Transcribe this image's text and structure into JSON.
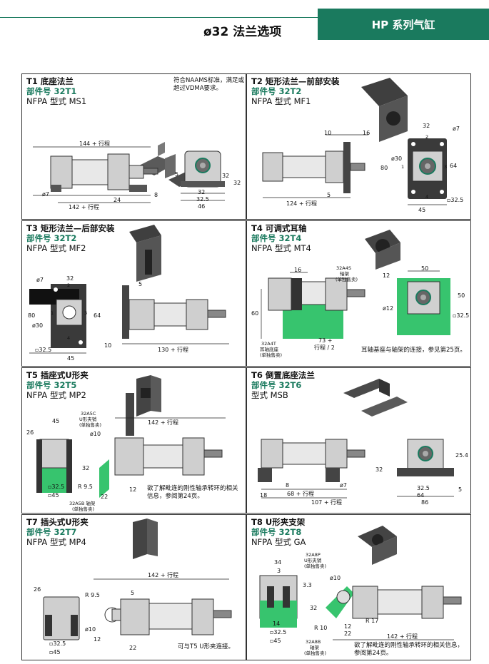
{
  "header": {
    "title": "ø32 法兰选项",
    "badge": "HP 系列气缸"
  },
  "panels": [
    {
      "title": "T1 底座法兰",
      "part": "部件号 32T1",
      "nfpa": "NFPA 型式 MS1",
      "note": "符合NAAMS标准，满足或超过VDMA要求。",
      "dims": [
        "144 + 行程",
        "ø7",
        "24",
        "8",
        "142 + 行程",
        "5",
        "32",
        "32",
        "32",
        "32.5",
        "46"
      ]
    },
    {
      "title": "T2 矩形法兰—前部安装",
      "part": "部件号 32T2",
      "nfpa": "NFPA 型式 MF1",
      "dims": [
        "10",
        "16",
        "5",
        "124 + 行程",
        "32",
        "ø7",
        "ø30",
        "80",
        "64",
        "45",
        "▫32.5",
        "1",
        "2",
        "3",
        "4"
      ]
    },
    {
      "title": "T3 矩形法兰—后部安装",
      "part": "部件号 32T2",
      "nfpa": "NFPA 型式 MF2",
      "dims": [
        "ø7",
        "32",
        "80",
        "64",
        "ø30",
        "▫32.5",
        "45",
        "5",
        "10",
        "130 + 行程",
        "1",
        "2",
        "3",
        "4"
      ]
    },
    {
      "title": "T4 可调式耳轴",
      "part": "部件号 32T4",
      "nfpa": "NFPA 型式 MT4",
      "label_a": "32A4S",
      "label_a2": "轴架",
      "label_a3": "(单独售卖)",
      "label_b": "32A4T",
      "label_b2": "耳轴底座",
      "label_b3": "(单独售卖)",
      "note": "耳轴基座与轴架的连接，参见第25页。",
      "dims": [
        "16",
        "60",
        "73 +",
        "行程 / 2",
        "50",
        "12",
        "50",
        "ø12",
        "▫32.5"
      ]
    },
    {
      "title": "T5 插座式U形夹",
      "part": "部件号 32T5",
      "nfpa": "NFPA 型式 MP2",
      "label_a": "32A5C",
      "label_a2": "U形夹销",
      "label_a3": "(单独售卖)",
      "label_b": "32A5B 轴架",
      "label_b2": "(单独售卖)",
      "note": "欲了解毗连的刚性轴承转环的相关信息，参阅第24页。",
      "dims": [
        "26",
        "45",
        "ø10",
        "142 + 行程",
        "32",
        "R 9.5",
        "▫32.5",
        "▫45",
        "22",
        "12"
      ]
    },
    {
      "title": "T6 倒置底座法兰",
      "part": "部件号 32T6",
      "nfpa": "型式 MSB",
      "dims": [
        "8",
        "68 + 行程",
        "18",
        "107 + 行程",
        "ø7",
        "32",
        "25.4",
        "32.5",
        "64",
        "86",
        "5"
      ]
    },
    {
      "title": "T7 插头式U形夹",
      "part": "部件号 32T7",
      "nfpa": "NFPA 型式 MP4",
      "note": "可与T5 U形夹连接。",
      "dims": [
        "26",
        "R 9.5",
        "5",
        "142 + 行程",
        "ø10",
        "12",
        "▫32.5",
        "▫45",
        "22"
      ]
    },
    {
      "title": "T8 U形夹支架",
      "part": "部件号 32T8",
      "nfpa": "NFPA 型式 GA",
      "label_a": "32A8P",
      "label_a2": "U形夹销",
      "label_a3": "(单独售卖)",
      "label_b": "32A8B",
      "label_b2": "轴架",
      "label_b3": "(单独售卖)",
      "note": "欲了解毗连的刚性轴承转环的相关信息，参阅第24页。",
      "dims": [
        "34",
        "3",
        "3.3",
        "ø10",
        "32",
        "14",
        "▫32.5",
        "▫45",
        "R 10",
        "12",
        "22",
        "R 17",
        "142 + 行程"
      ]
    }
  ],
  "colors": {
    "accent": "#1a7a5e",
    "green_part": "#37c46e",
    "body": "#d8d8d8",
    "dark": "#3a3a3a"
  }
}
